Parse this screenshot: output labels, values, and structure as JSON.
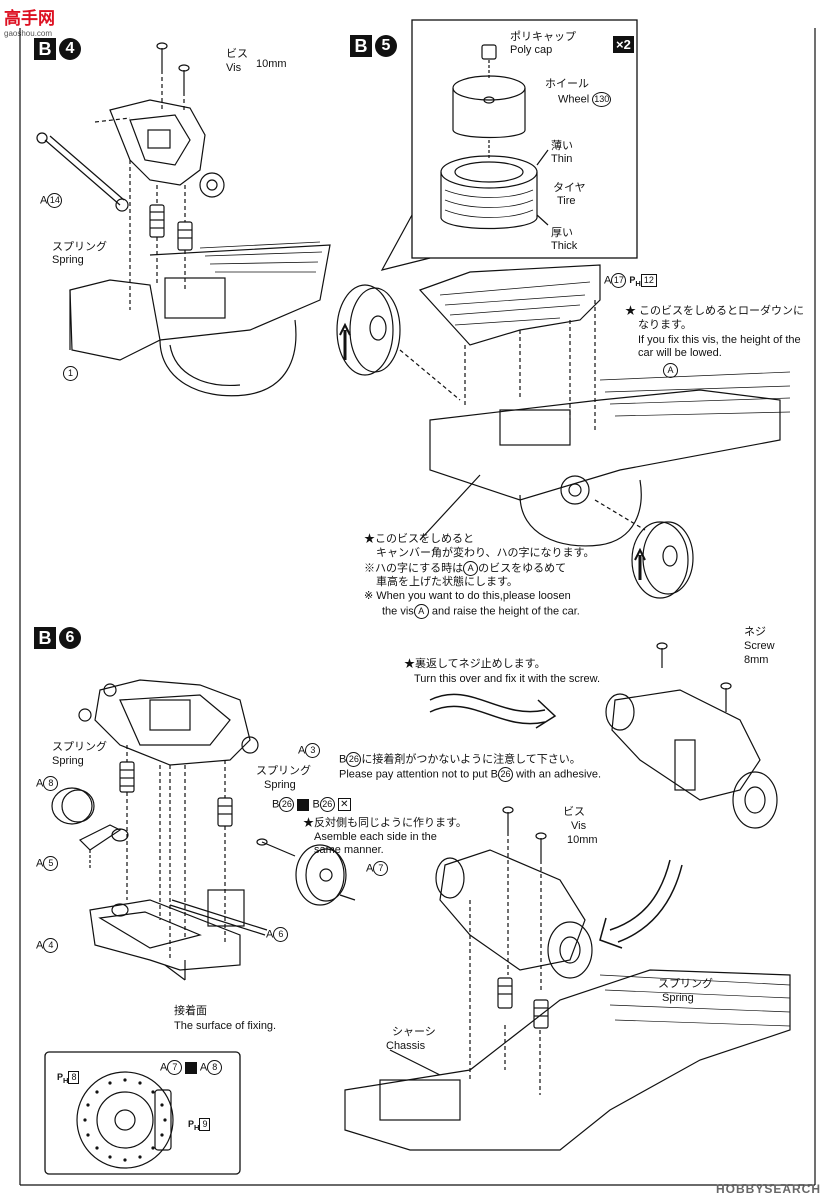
{
  "watermark": {
    "brand": "高手网",
    "sub": "gaoshou.com"
  },
  "footer_watermark": "HOBBYSEARCH",
  "step_b4": {
    "letter": "B",
    "number": "4",
    "vis_jp": "ビス",
    "vis_en": "Vis",
    "vis_size": "10mm",
    "part_a14": "A",
    "part_a14_num": "14",
    "spring_jp": "スプリング",
    "spring_en": "Spring",
    "part_1": "1"
  },
  "step_b5": {
    "letter": "B",
    "number": "5",
    "polycap_jp": "ポリキャップ",
    "polycap_en": "Poly cap",
    "qty": "×2",
    "wheel_jp": "ホイール",
    "wheel_en": "Wheel",
    "wheel_num": "130",
    "thin_jp": "薄い",
    "thin_en": "Thin",
    "tire_jp": "タイヤ",
    "tire_en": "Tire",
    "thick_jp": "厚い",
    "thick_en": "Thick",
    "part_a17": "A",
    "part_a17_num": "17",
    "ph12": "12",
    "note1_jp1": "★ このビスをしめるとローダウンに",
    "note1_jp2": "なります。",
    "note1_en1": "If you fix this vis, the height of the",
    "note1_en2": "car will be lowed.",
    "label_a": "A",
    "note2_jp1": "★このビスをしめると",
    "note2_jp2": "キャンバー角が変わり、ハの字になります。",
    "note2_jp3": "※ハの字にする時は",
    "note2_jp3b": "のビスをゆるめて",
    "note2_jp4": "車高を上げた状態にします。",
    "note2_en1": "※ When you want to do this,please loosen",
    "note2_en2a": "the vis",
    "note2_en2b": "and raise the height of the car."
  },
  "step_b6": {
    "letter": "B",
    "number": "6",
    "turn_jp": "★裏返してネジ止めします。",
    "turn_en": "Turn this over and fix it with the screw.",
    "screw_jp": "ネジ",
    "screw_en": "Screw",
    "screw_size": "8mm",
    "part_a3": "3",
    "part_a8": "8",
    "part_a5": "5",
    "part_a4": "4",
    "part_a6": "6",
    "part_a7": "7",
    "spring_jp": "スプリング",
    "spring_en": "Spring",
    "b26_note_jp": "に接着剤がつかないように注意して下さい。",
    "b26_note_en_a": "Please pay attention not to put B",
    "b26_note_en_b": "with an adhesive.",
    "b26": "26",
    "side_jp": "★反対側も同じように作ります。",
    "side_en1": "Asemble each side in the",
    "side_en2": "same manner.",
    "vis_jp": "ビス",
    "vis_en": "Vis",
    "vis_size": "10mm",
    "fix_jp": "接着面",
    "fix_en": "The surface of fixing.",
    "chassis_jp": "シャーシ",
    "chassis_en": "Chassis",
    "inset_ph8": "8",
    "inset_ph9": "9"
  }
}
